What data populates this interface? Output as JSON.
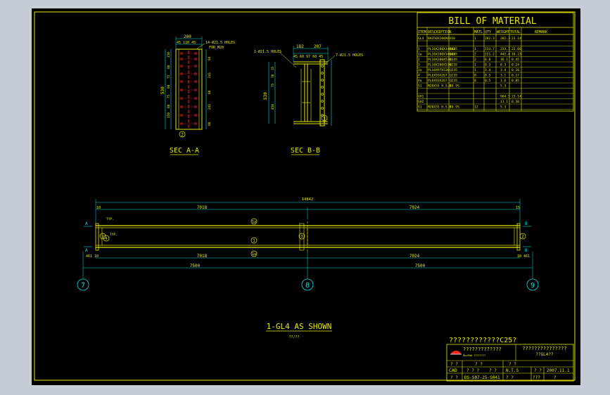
{
  "colors": {
    "bg": "#000000",
    "frame": "#e8e800",
    "dim": "#00e0e0",
    "hole": "#ff2020",
    "white": "#ffffff",
    "grey": "#c6ccd6"
  },
  "bom": {
    "title": "BILL OF MATERIAL",
    "headers": [
      "ITEM",
      "DESCRIPTION",
      "MATL",
      "QTY",
      "WEIGHT",
      "TOTAL",
      "REMARK"
    ],
    "rows": [
      {
        "item": "GL4",
        "desc": "BH350X200X6X10",
        "matl": "",
        "qty": "1",
        "w": "282.3",
        "t": "282.3",
        "r": "23.14"
      },
      {
        "item": "",
        "desc": "",
        "matl": "",
        "qty": "",
        "w": "",
        "t": "",
        "r": ""
      },
      {
        "item": "1",
        "desc": "PL10X200X14842",
        "matl": "Q345",
        "qty": "1",
        "w": "233.7",
        "t": "233.7",
        "r": "22.66"
      },
      {
        "item": "1a",
        "desc": "PL10X200X14842",
        "matl": "Q345",
        "qty": "2",
        "w": "221.2",
        "t": "442.4",
        "r": "18.23"
      },
      {
        "item": "2",
        "desc": "PL10X200X530",
        "matl": "Q345",
        "qty": "2",
        "w": "8.0",
        "t": "16.1",
        "r": "0.45"
      },
      {
        "item": "3",
        "desc": "PL10X200X530",
        "matl": "Q235",
        "qty": "1",
        "w": "8.3",
        "t": "8.3",
        "r": "0.24"
      },
      {
        "item": "3a",
        "desc": "PL10X97X530",
        "matl": "Q235",
        "qty": "1",
        "w": "3.4",
        "t": "3.4",
        "r": "0.10"
      },
      {
        "item": "4",
        "desc": "PL6X93X267",
        "matl": "Q235",
        "qty": "8",
        "w": "0.5",
        "t": "3.1",
        "r": "0.17"
      },
      {
        "item": "4a",
        "desc": "PL6X93X267",
        "matl": "Q235",
        "qty": "8",
        "w": "0.5",
        "t": "1.6",
        "r": "0.05"
      },
      {
        "item": "S1",
        "desc": "M20X55 H.S.B",
        "matl": "10.9S",
        "qty": "",
        "w": "",
        "t": "5.3",
        "r": ""
      },
      {
        "item": "",
        "desc": "",
        "matl": "",
        "qty": "",
        "w": "",
        "t": "",
        "r": ""
      },
      {
        "item": "GH1",
        "desc": "",
        "matl": "",
        "qty": "",
        "w": "",
        "t": "964.5",
        "r": "23.14"
      },
      {
        "item": "GH2",
        "desc": "",
        "matl": "",
        "qty": "",
        "w": "",
        "t": "11.1",
        "r": "0.30"
      },
      {
        "item": "S1",
        "desc": "M20X55 H.S.B",
        "matl": "10.9S",
        "qty": "12",
        "w": "",
        "t": "5.3",
        "r": ""
      }
    ]
  },
  "secA": {
    "label": "SEC A-A",
    "width": "200",
    "sub": "45 110 45",
    "note1": "14-Ø21.5 HOLES",
    "note2": "FOR M20",
    "height": "530",
    "right_dims": [
      "84",
      "241",
      "80",
      "241",
      "80"
    ],
    "left_dims": [
      "150",
      "80",
      "75",
      "80",
      "75",
      "80",
      "150"
    ],
    "callout": "2"
  },
  "secB": {
    "label": "SEC B-B",
    "top1": "182",
    "top2": "207",
    "sub": "45 60 97 60 45",
    "note_left": "1-Ø21.5 HOLES",
    "note_right": "7-Ø21.5 HOLES",
    "height": "530",
    "left_dims": [
      "35",
      "70",
      "75",
      "450"
    ],
    "callout": "3"
  },
  "elevation": {
    "total": "14842",
    "d1": "7018",
    "d2": "7024",
    "d3": "7018",
    "d4": "7024",
    "end_left": "10",
    "end_right": "15",
    "bot_left": "461 10",
    "bot_right": "10 461",
    "span1": "7500",
    "span2": "7500",
    "grid": [
      "7",
      "8",
      "9"
    ],
    "cut_a": "A",
    "cut_b": "B",
    "callouts": [
      "1a",
      "1",
      "1a",
      "2",
      "3",
      "2",
      "4"
    ],
    "typ": "TYP.",
    "title": "1-GL4 AS SHOWN",
    "subtitle": "??/??"
  },
  "title_block": {
    "project": "????????????C25?",
    "company": "?????????????",
    "company_sub": "ชื่อบริษัท ????????",
    "drawing": "???????????????",
    "drawing_sub": "??GL4??",
    "r1": "? ?",
    "r1b": "? ?",
    "r1c": "? ?",
    "cad": "CAD",
    "c_a": "? ? ?",
    "c_b": "? ?",
    "scale": "N.T.S",
    "c_c": "? ?",
    "date": "2007.11.1",
    "r3": "? ?",
    "dwg_no": "DS-S07-25-S041",
    "r3b": "? ?",
    "r3c": "???",
    "r3d": "?"
  }
}
